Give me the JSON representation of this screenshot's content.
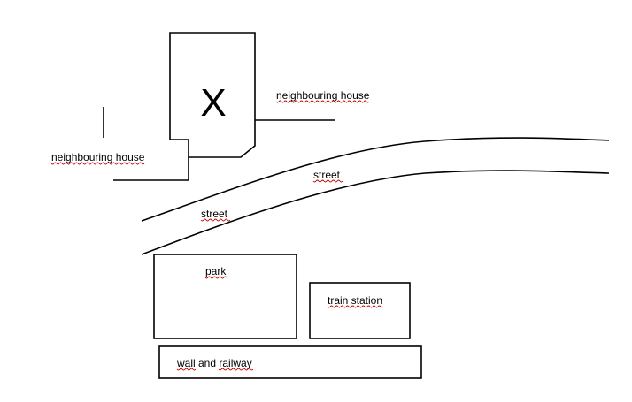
{
  "map": {
    "target_mark": "X",
    "labels": {
      "neighbour_right": "neighbouring house",
      "neighbour_left": "neighbouring house",
      "street_upper": "street",
      "street_lower": "street",
      "park": "park",
      "train_station": "train station",
      "wall_prefix": "wall",
      "wall_middle": " and ",
      "wall_suffix": "railway"
    }
  },
  "colors": {
    "ink": "#000000",
    "spellcheck_underline": "#c00000",
    "background": "#ffffff"
  }
}
